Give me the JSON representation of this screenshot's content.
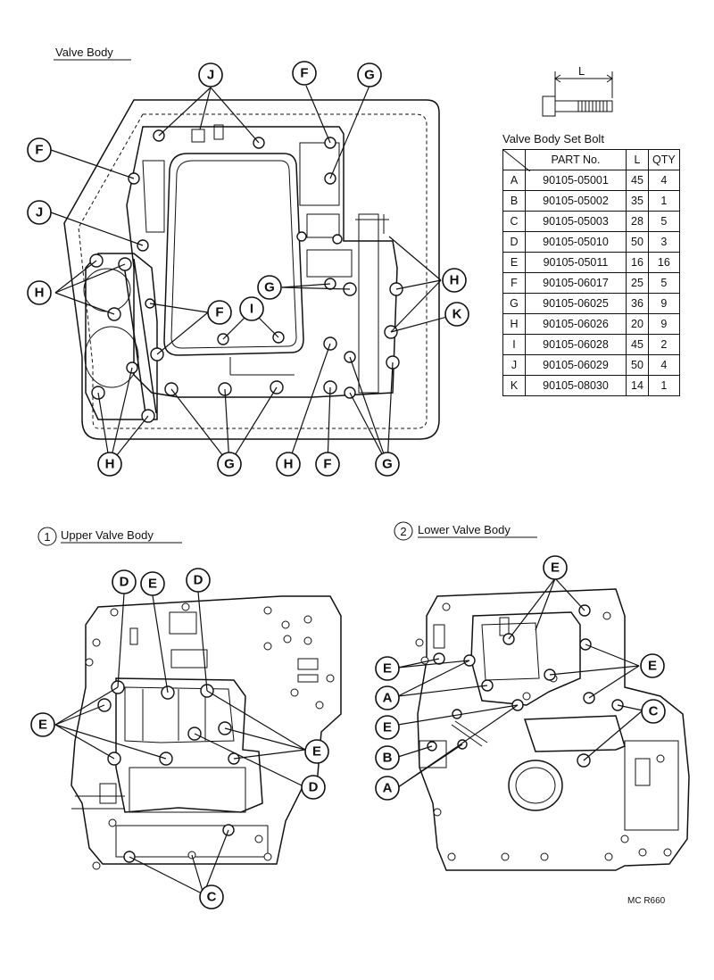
{
  "titles": {
    "main": "Valve Body",
    "upper": "Upper Valve Body",
    "lower": "Lower Valve Body",
    "upper_num": "1",
    "lower_num": "2",
    "table": "Valve Body Set Bolt",
    "bolt_dim": "L",
    "ref_code": "MC R660"
  },
  "table": {
    "headers": [
      "",
      "PART No.",
      "L",
      "QTY"
    ],
    "rows": [
      {
        "letter": "A",
        "part": "90105-05001",
        "len": "45",
        "qty": "4"
      },
      {
        "letter": "B",
        "part": "90105-05002",
        "len": "35",
        "qty": "1"
      },
      {
        "letter": "C",
        "part": "90105-05003",
        "len": "28",
        "qty": "5"
      },
      {
        "letter": "D",
        "part": "90105-05010",
        "len": "50",
        "qty": "3"
      },
      {
        "letter": "E",
        "part": "90105-05011",
        "len": "16",
        "qty": "16"
      },
      {
        "letter": "F",
        "part": "90105-06017",
        "len": "25",
        "qty": "5"
      },
      {
        "letter": "G",
        "part": "90105-06025",
        "len": "36",
        "qty": "9"
      },
      {
        "letter": "H",
        "part": "90105-06026",
        "len": "20",
        "qty": "9"
      },
      {
        "letter": "I",
        "part": "90105-06028",
        "len": "45",
        "qty": "2"
      },
      {
        "letter": "J",
        "part": "90105-06029",
        "len": "50",
        "qty": "4"
      },
      {
        "letter": "K",
        "part": "90105-08030",
        "len": "14",
        "qty": "1"
      }
    ]
  },
  "callouts": {
    "main": [
      "J",
      "F",
      "G",
      "F",
      "J",
      "H",
      "F",
      "I",
      "G",
      "H",
      "K",
      "H",
      "G",
      "H",
      "F",
      "G"
    ],
    "upper": [
      "D",
      "E",
      "D",
      "E",
      "E",
      "D",
      "C"
    ],
    "lower": [
      "E",
      "E",
      "E",
      "A",
      "E",
      "B",
      "A",
      "C"
    ]
  }
}
